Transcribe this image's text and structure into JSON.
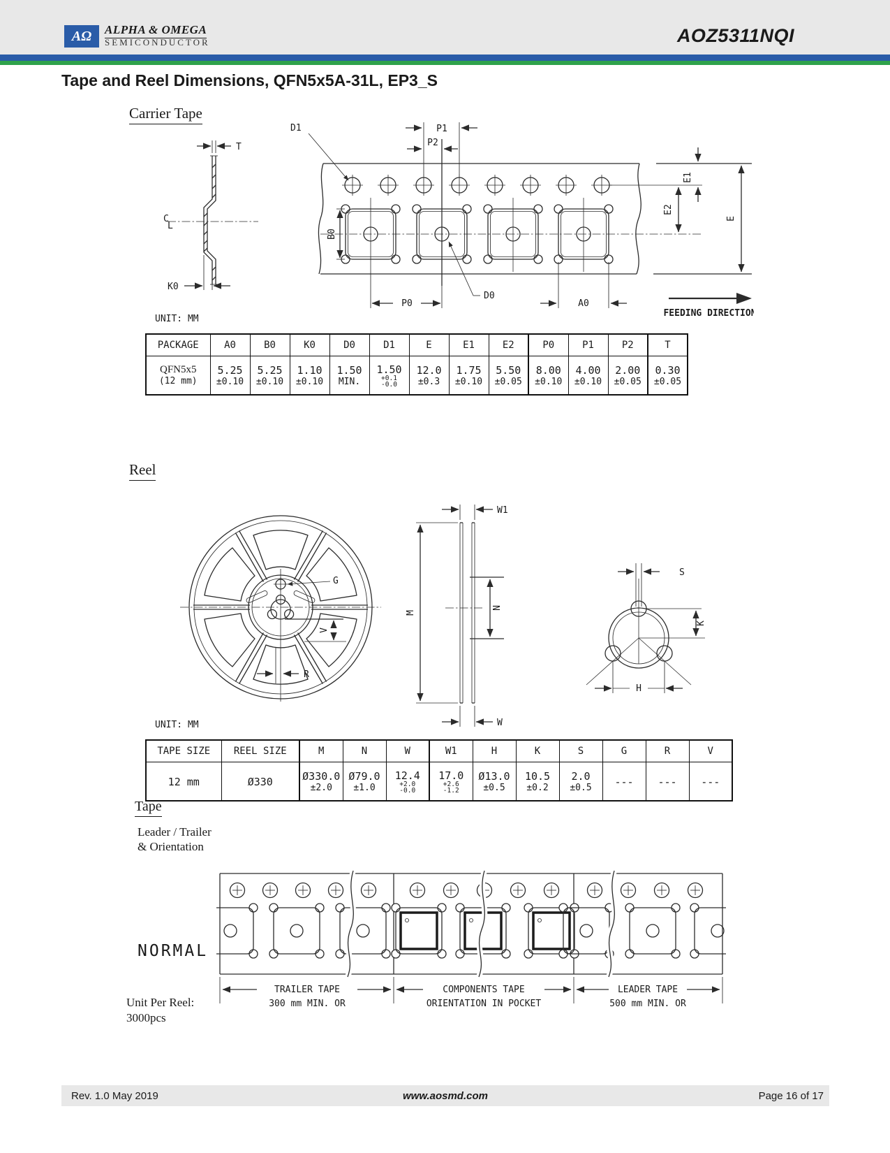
{
  "header": {
    "brand1": "ALPHA & OMEGA",
    "brand2": "SEMICONDUCTOR",
    "monogram": "AΩ",
    "part": "AOZ5311NQI"
  },
  "title": "Tape and Reel Dimensions, QFN5x5A-31L, EP3_S",
  "carrier": {
    "heading": "Carrier Tape",
    "unit": "UNIT:  MM",
    "lbl": {
      "T": "T",
      "C": "C",
      "L": "L",
      "K0": "K0",
      "D1": "D1",
      "P1": "P1",
      "P2": "P2",
      "B0": "B0",
      "P0": "P0",
      "D0": "D0",
      "A0": "A0",
      "E1": "E1",
      "E2": "E2",
      "E": "E",
      "feed": "FEEDING DIRECTION"
    },
    "th": [
      "PACKAGE",
      "A0",
      "B0",
      "K0",
      "D0",
      "D1",
      "E",
      "E1",
      "E2",
      "P0",
      "P1",
      "P2",
      "T"
    ],
    "row": {
      "n1": "QFN5x5",
      "n2": "(12 mm)",
      "c": [
        {
          "v": "5.25",
          "t": "±0.10"
        },
        {
          "v": "5.25",
          "t": "±0.10"
        },
        {
          "v": "1.10",
          "t": "±0.10"
        },
        {
          "v": "1.50",
          "t": "MIN."
        },
        {
          "v": "1.50",
          "p": "+0.1",
          "m": "-0.0"
        },
        {
          "v": "12.0",
          "t": "±0.3"
        },
        {
          "v": "1.75",
          "t": "±0.10"
        },
        {
          "v": "5.50",
          "t": "±0.05"
        },
        {
          "v": "8.00",
          "t": "±0.10"
        },
        {
          "v": "4.00",
          "t": "±0.10"
        },
        {
          "v": "2.00",
          "t": "±0.05"
        },
        {
          "v": "0.30",
          "t": "±0.05"
        }
      ]
    }
  },
  "reel": {
    "heading": "Reel",
    "unit": "UNIT:  MM",
    "lbl": {
      "W1": "W1",
      "M": "M",
      "N": "N",
      "W": "W",
      "G": "G",
      "V": "V",
      "R": "R",
      "S": "S",
      "K": "K",
      "H": "H"
    },
    "th": [
      "TAPE SIZE",
      "REEL SIZE",
      "M",
      "N",
      "W",
      "W1",
      "H",
      "K",
      "S",
      "G",
      "R",
      "V"
    ],
    "row": {
      "c0": "12 mm",
      "c1": "Ø330",
      "c": [
        {
          "v": "Ø330.0",
          "t": "±2.0"
        },
        {
          "v": "Ø79.0",
          "t": "±1.0"
        },
        {
          "v": "12.4",
          "p": "+2.0",
          "m": "-0.0"
        },
        {
          "v": "17.0",
          "p": "+2.6",
          "m": "-1.2"
        },
        {
          "v": "Ø13.0",
          "t": "±0.5"
        },
        {
          "v": "10.5",
          "t": "±0.2"
        },
        {
          "v": "2.0",
          "t": "±0.5"
        },
        {
          "v": "---"
        },
        {
          "v": "---"
        },
        {
          "v": "---"
        }
      ]
    }
  },
  "tape": {
    "heading": "Tape",
    "sub1": "Leader / Trailer",
    "sub2": "& Orientation",
    "normal": "NORMAL",
    "upr1": "Unit Per Reel:",
    "upr2": "3000pcs",
    "segs": [
      {
        "l1": "TRAILER TAPE",
        "l2": "300 mm MIN. OR"
      },
      {
        "l1": "COMPONENTS TAPE",
        "l2": "ORIENTATION IN POCKET"
      },
      {
        "l1": "LEADER TAPE",
        "l2": "500 mm MIN. OR"
      }
    ]
  },
  "footer": {
    "rev": "Rev. 1.0 May 2019",
    "url": "www.aosmd.com",
    "page": "Page 16 of 17"
  },
  "colors": {
    "blue": "#2a5ca8",
    "green": "#2fa24b",
    "band_bg": "#e8e8e8"
  }
}
